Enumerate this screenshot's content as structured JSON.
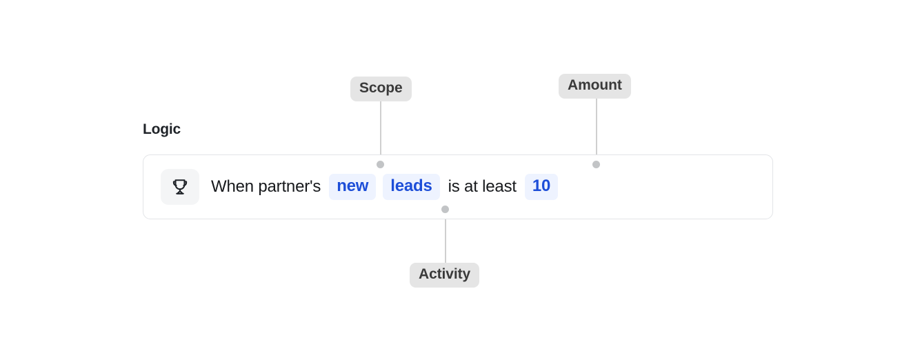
{
  "section": {
    "title": "Logic"
  },
  "rule": {
    "icon": "trophy-icon",
    "prefix_text": "When partner's",
    "scope_token": "new",
    "activity_token": "leads",
    "operator_text": "is at least",
    "amount_token": "10"
  },
  "annotations": [
    {
      "id": "scope",
      "label": "Scope"
    },
    {
      "id": "amount",
      "label": "Amount"
    },
    {
      "id": "activity",
      "label": "Activity"
    }
  ],
  "colors": {
    "page_background": "#ffffff",
    "card_border": "#e2e4e7",
    "token_background": "#eef3ff",
    "token_text": "#1d4ed8",
    "body_text": "#17191c",
    "heading_text": "#1f2328",
    "callout_background": "#e5e5e5",
    "callout_text": "#3a3a3a",
    "leader_line": "#cfcfcf",
    "leader_dot": "#c2c4c6",
    "icon_tile_background": "#f4f5f6"
  }
}
